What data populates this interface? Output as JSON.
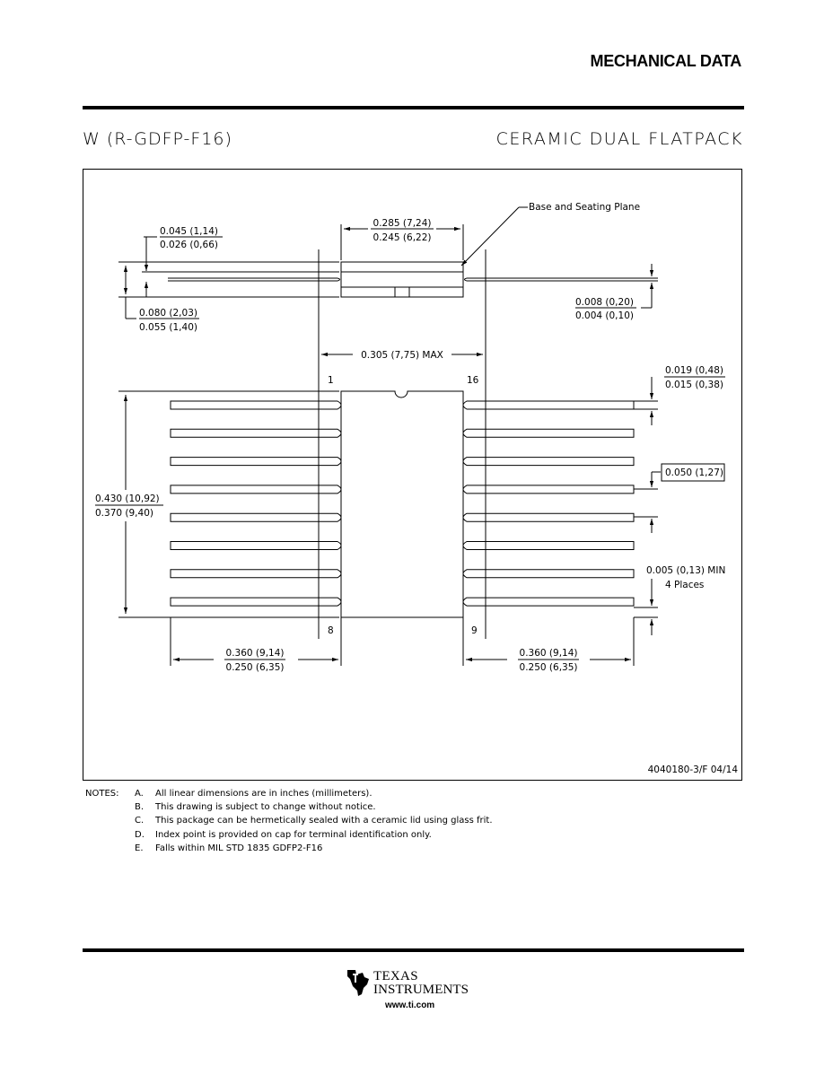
{
  "header": {
    "section_title": "MECHANICAL DATA"
  },
  "package": {
    "code": "W (R-GDFP-F16)",
    "name": "CERAMIC DUAL FLATPACK"
  },
  "drawing": {
    "callout_base_plane": "Base and Seating Plane",
    "dim_lid_max": "0.045 (1,14)",
    "dim_lid_min": "0.026 (0,66)",
    "dim_body_w_max": "0.285 (7,24)",
    "dim_body_w_min": "0.245 (6,22)",
    "dim_height_max": "0.080 (2,03)",
    "dim_height_min": "0.055 (1,40)",
    "dim_lead_t_max": "0.008 (0,20)",
    "dim_lead_t_min": "0.004 (0,10)",
    "dim_span_max": "0.305 (7,75) MAX",
    "pin_1": "1",
    "pin_16": "16",
    "pin_8": "8",
    "pin_9": "9",
    "dim_lead_w_max": "0.019 (0,48)",
    "dim_lead_w_min": "0.015 (0,38)",
    "dim_pitch": "0.050 (1,27)",
    "dim_body_l_max": "0.430 (10,92)",
    "dim_body_l_min": "0.370 (9,40)",
    "dim_end_min": "0.005 (0,13) MIN",
    "dim_end_places": "4 Places",
    "dim_lead_len_l_max": "0.360 (9,14)",
    "dim_lead_len_l_min": "0.250 (6,35)",
    "dim_lead_len_r_max": "0.360 (9,14)",
    "dim_lead_len_r_min": "0.250 (6,35)",
    "doc_number": "4040180-3/F  04/14"
  },
  "notes": {
    "label": "NOTES:",
    "items": [
      {
        "letter": "A.",
        "text": "All linear dimensions are in inches (millimeters)."
      },
      {
        "letter": "B.",
        "text": "This drawing is subject to change without notice."
      },
      {
        "letter": "C.",
        "text": "This package can be hermetically sealed with a ceramic lid using glass frit."
      },
      {
        "letter": "D.",
        "text": "Index point is provided on cap for terminal identification only."
      },
      {
        "letter": "E.",
        "text": "Falls within MIL STD 1835 GDFP2-F16"
      }
    ]
  },
  "footer": {
    "brand_line1": "TEXAS",
    "brand_line2": "INSTRUMENTS",
    "url": "www.ti.com"
  }
}
